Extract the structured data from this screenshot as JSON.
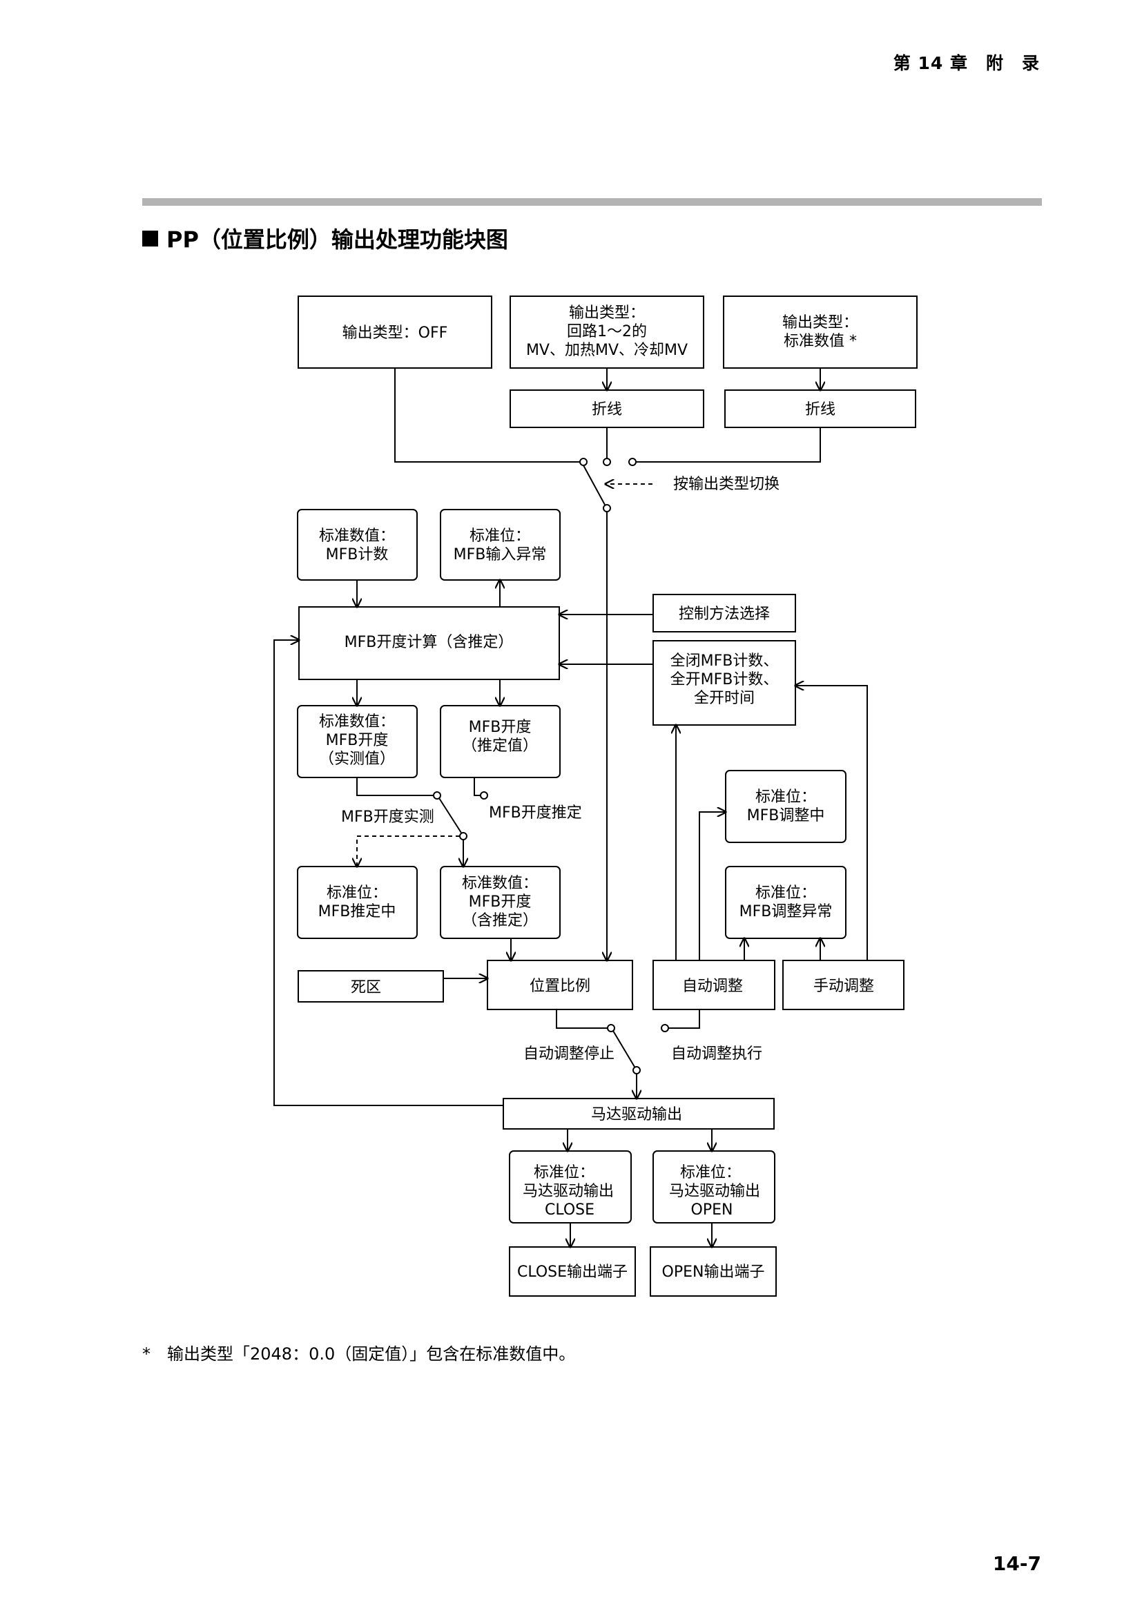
{
  "header": {
    "chapter": "第 14 章　附　录"
  },
  "section": {
    "title": "PP（位置比例）输出处理功能块图"
  },
  "diagram": {
    "type_off": "输出类型：OFF",
    "type_mv": [
      "输出类型：",
      "回路1～2的",
      "MV、加热MV、冷却MV"
    ],
    "type_std": [
      "输出类型：",
      "标准数值 *"
    ],
    "polyline1": "折线",
    "polyline2": "折线",
    "switch_by_type": "按输出类型切换",
    "std_mfb_count": [
      "标准数值：",
      "MFB计数"
    ],
    "flag_mfb_input_err": [
      "标准位：",
      "MFB输入异常"
    ],
    "mfb_calc": "MFB开度计算（含推定）",
    "ctrl_method": "控制方法选择",
    "full_counts": [
      "全闭MFB计数、",
      "全开MFB计数、",
      "全开时间"
    ],
    "std_mfb_measured": [
      "标准数值：",
      "MFB开度",
      "（实测值）"
    ],
    "mfb_estimated": [
      "MFB开度",
      "（推定值）"
    ],
    "sw_measured": "MFB开度实测",
    "sw_estimated": "MFB开度推定",
    "flag_mfb_tuning": [
      "标准位：",
      "MFB调整中"
    ],
    "flag_mfb_estimating": [
      "标准位：",
      "MFB推定中"
    ],
    "std_mfb_incl": [
      "标准数值：",
      "MFB开度",
      "（含推定）"
    ],
    "flag_mfb_tune_err": [
      "标准位：",
      "MFB调整异常"
    ],
    "deadband": "死区",
    "pos_prop": "位置比例",
    "auto_tune": "自动调整",
    "manual_tune": "手动调整",
    "sw_auto_stop": "自动调整停止",
    "sw_auto_exec": "自动调整执行",
    "motor_out": "马达驱动输出",
    "flag_motor_close": [
      "标准位：",
      "马达驱动输出",
      "CLOSE"
    ],
    "flag_motor_open": [
      "标准位：",
      "马达驱动输出",
      "OPEN"
    ],
    "close_terminal": "CLOSE输出端子",
    "open_terminal": "OPEN输出端子"
  },
  "footnote": {
    "mark": "*",
    "text": "输出类型「2048：0.0（固定值）」包含在标准数值中。"
  },
  "page_number": "14-7"
}
